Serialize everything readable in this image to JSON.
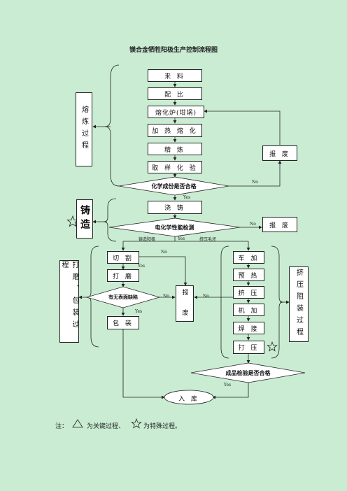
{
  "title": "镁合金牺牲阳极生产控制流程图",
  "groups": {
    "smelting": "熔炼过程",
    "casting": "铸造",
    "grinding": "打磨、包装过程",
    "extrusion": "挤压阻装过程"
  },
  "steps": {
    "raw": "来 料",
    "mix": "配 比",
    "furnace": "熔化炉(坩埚)",
    "heat": "加 热 熔 化",
    "refine": "精 炼",
    "sample": "取 样 化 验",
    "pour": "浇 铸",
    "cut": "切 割",
    "polish": "打 磨",
    "pack": "包 装",
    "lathe1": "车 加",
    "preheat": "预 热",
    "extrude": "挤 压",
    "lathe2": "机 加",
    "weld": "焊 接",
    "press": "打 压",
    "stock": "入 库"
  },
  "scrap": {
    "scrap1": "报 废",
    "scrap2": "报 废",
    "scrap3": "报 废"
  },
  "decisions": {
    "chem": "化学成份是否合格",
    "electro": "电化学性能检测",
    "defect": "有无表面缺陷",
    "final": "成品检验是否合格"
  },
  "labels": {
    "no": "No",
    "yes": "Yes",
    "cast_anode": "铸造阳极",
    "extrude_blank": "挤压毛坯"
  },
  "note": {
    "prefix": "注：",
    "key": "为关键过程、",
    "special": "为特殊过程。"
  }
}
